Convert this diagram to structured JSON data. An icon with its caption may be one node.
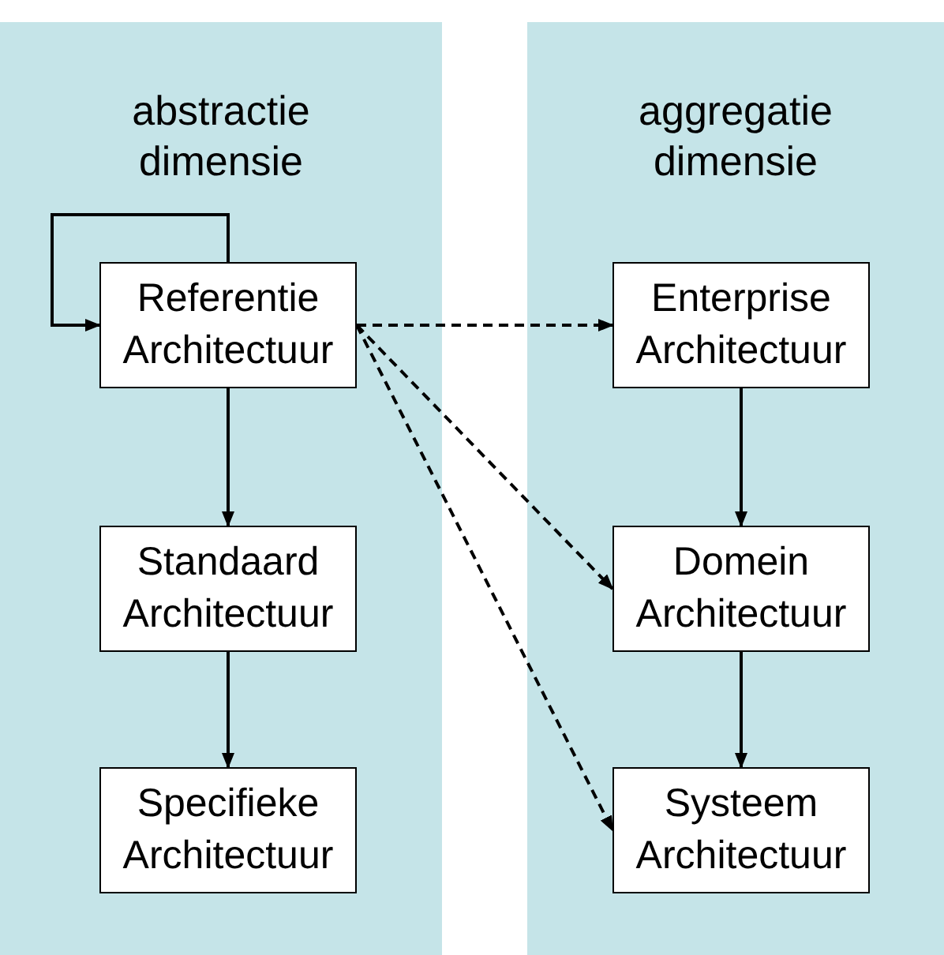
{
  "diagram": {
    "nodes": [
      {
        "text": [
          "abstractie dimensie"
        ]
      },
      {
        "text": [
          "Referentie Architectuur"
        ],
        "in": 0
      },
      {
        "text": [
          "Standaard Architectuur"
        ],
        "in": 0
      },
      {
        "text": [
          "Specifieke Architectuur"
        ],
        "in": 0
      },
      {
        "text": [
          "aggregatie dimensie"
        ]
      },
      {
        "text": [
          "Enterprise Architectuur"
        ],
        "in": 4
      },
      {
        "text": [
          "Domein Architectuur"
        ],
        "in": 4
      },
      {
        "text": [
          "Systeem Architectuur"
        ],
        "in": 4
      }
    ],
    "edges": [
      {
        "from": 1,
        "to": 1,
        "arrow": "to"
      },
      {
        "from": 1,
        "to": 2,
        "arrow": "to"
      },
      {
        "from": 2,
        "to": 3,
        "arrow": "to"
      },
      {
        "from": 5,
        "to": 6,
        "arrow": "to"
      },
      {
        "from": 6,
        "to": 7,
        "arrow": "to"
      },
      {
        "from": 1,
        "to": 5,
        "arrow": "to",
        "style": "dashed"
      },
      {
        "from": 1,
        "to": 6,
        "arrow": "to",
        "style": "dashed"
      },
      {
        "from": 1,
        "to": 7,
        "arrow": "to",
        "style": "dashed"
      }
    ]
  }
}
